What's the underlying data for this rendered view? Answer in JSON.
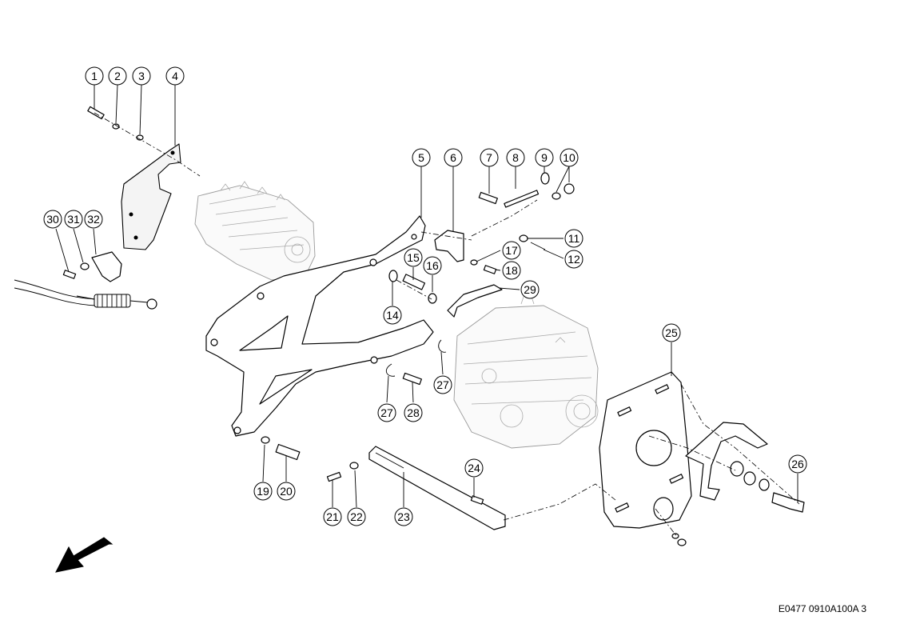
{
  "callouts": [
    "1",
    "2",
    "3",
    "4",
    "5",
    "6",
    "7",
    "8",
    "9",
    "10",
    "11",
    "12",
    "14",
    "15",
    "16",
    "17",
    "18",
    "19",
    "20",
    "21",
    "22",
    "23",
    "24",
    "25",
    "26",
    "27",
    "28",
    "27",
    "29",
    "30",
    "31",
    "32"
  ],
  "drawing_code": "E0477 0910A100A 3"
}
